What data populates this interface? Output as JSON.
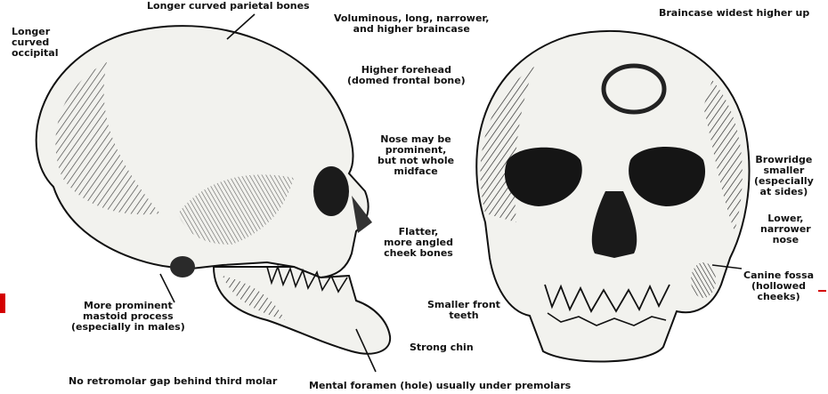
{
  "labels": {
    "parietal": "Longer curved parietal bones",
    "occipital": "Longer\ncurved\noccipital",
    "braincase": "Voluminous, long, narrower,\nand higher braincase",
    "forehead": "Higher forehead\n(domed frontal bone)",
    "nose_side": "Nose may be\nprominent,\nbut not whole\nmidface",
    "cheek": "Flatter,\nmore angled\ncheek bones",
    "mastoid": "More prominent\nmastoid process\n(especially in males)",
    "front_teeth": "Smaller front\nteeth",
    "chin": "Strong chin",
    "retromolar": "No retromolar gap behind third molar",
    "mental": "Mental foramen (hole) usually under premolars",
    "braincase_wide": "Braincase widest higher up",
    "browridge": "Browridge\nsmaller\n(especially\nat sides)",
    "nose_front": "Lower,\nnarrower\nnose",
    "canine": "Canine fossa\n(hollowed\ncheeks)"
  },
  "colors": {
    "ink": "#111111",
    "bone": "#f2f2ee",
    "shade": "#3a3a3a",
    "accent": "#d40000"
  }
}
